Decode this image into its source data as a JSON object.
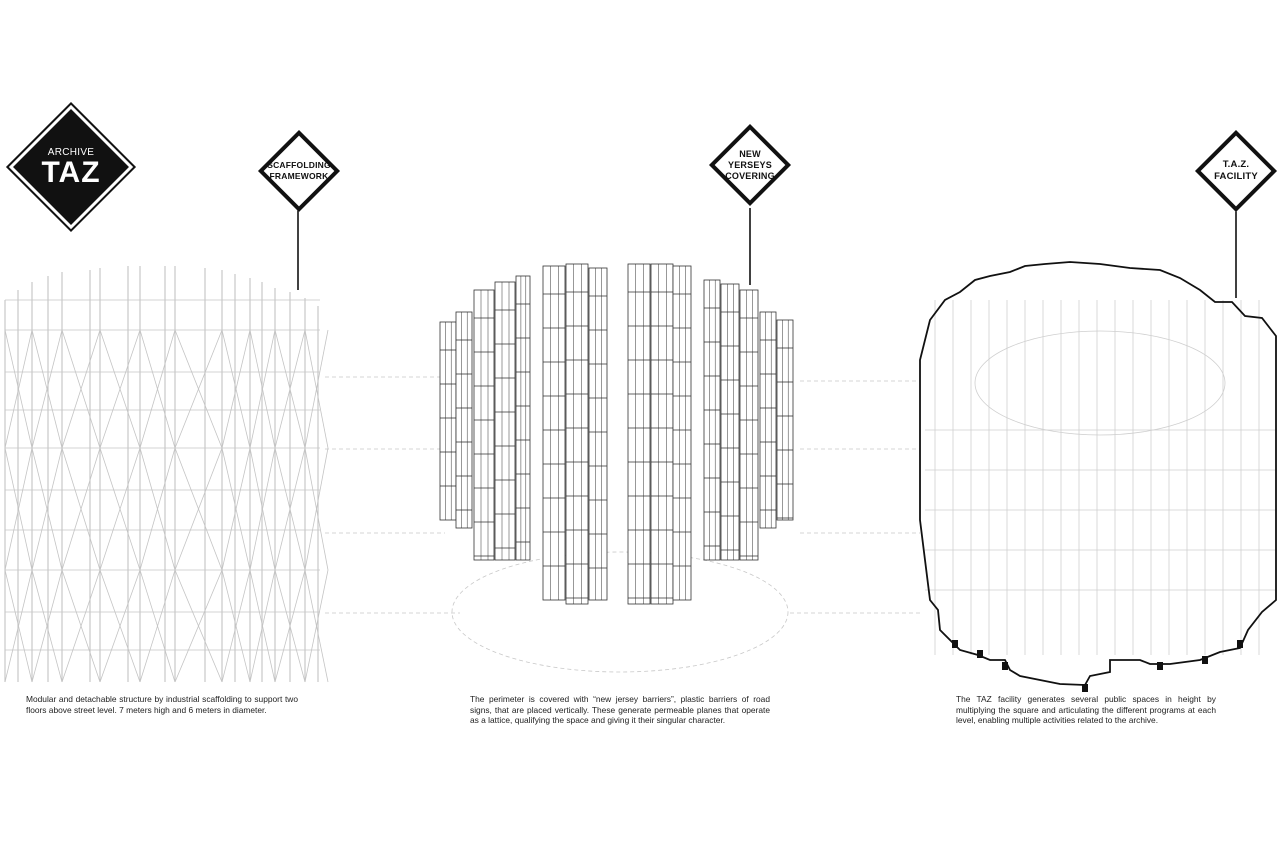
{
  "logo": {
    "line1": "ARCHIVE",
    "line2": "TAZ"
  },
  "panels": [
    {
      "id": "scaffolding",
      "sign": [
        "SCAFFOLDING",
        "FRAMEWORK"
      ],
      "caption": "Modular and detachable structure by industrial scaffolding to support two floors above street level. 7 meters high and 6 meters in diameter."
    },
    {
      "id": "jersey",
      "sign": [
        "NEW",
        "YERSEYS",
        "COVERING"
      ],
      "caption": "The perimeter is covered with “new jersey barriers”, plastic barriers of road signs, that are placed vertically. These generate permeable planes that operate as a lattice, qualifying  the space and giving it their singular character."
    },
    {
      "id": "facility",
      "sign": [
        "T.A.Z.",
        "FACILITY"
      ],
      "caption": "The TAZ facility generates several public spaces in height by multiplying the square and articulating the different programs at each level, enabling multiple activities related to the archive."
    }
  ],
  "colors": {
    "ink": "#111111",
    "light_line": "#bdbdbd",
    "paper": "#ffffff"
  }
}
